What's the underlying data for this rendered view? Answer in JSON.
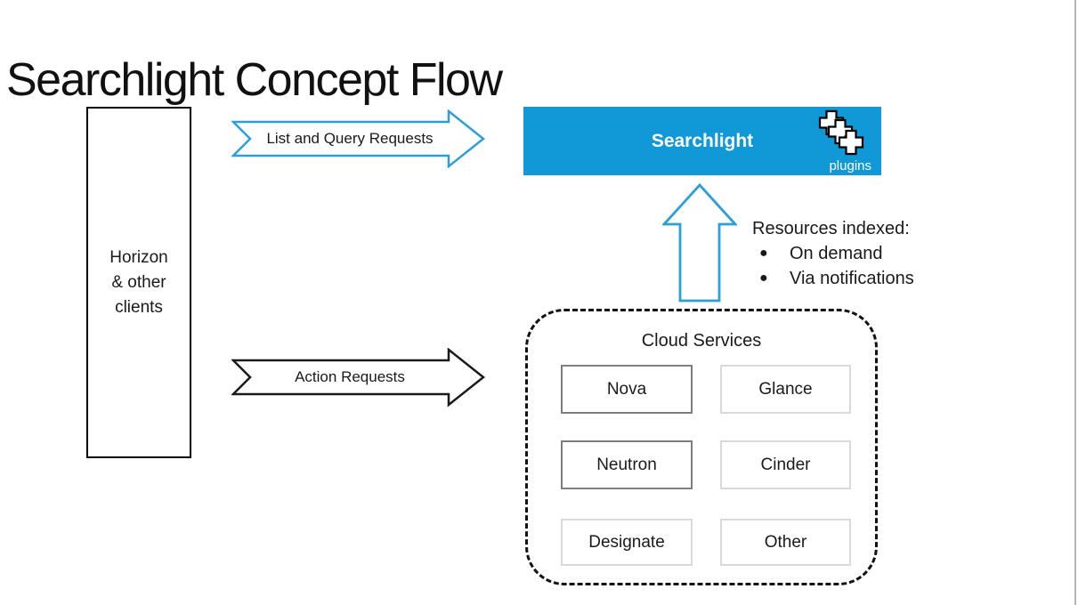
{
  "title": "Searchlight Concept Flow",
  "client_box": {
    "lines": [
      "Horizon",
      "& other",
      "clients"
    ]
  },
  "arrows": {
    "list_query_label": "List and Query Requests",
    "action_label": "Action Requests"
  },
  "searchlight": {
    "label": "Searchlight",
    "plugins_label": "plugins",
    "bg": "#1099d6"
  },
  "resources": {
    "heading": "Resources indexed:",
    "bullet_glyph": "●",
    "bullets": [
      "On demand",
      "Via notifications"
    ]
  },
  "cloud": {
    "title": "Cloud Services",
    "services": [
      {
        "label": "Nova"
      },
      {
        "label": "Glance"
      },
      {
        "label": "Neutron"
      },
      {
        "label": "Cinder"
      },
      {
        "label": "Designate"
      },
      {
        "label": "Other"
      }
    ]
  },
  "colors": {
    "accent_blue": "#2b9fd9",
    "arrow_black": "#1a1a1a",
    "service_border_dark": "#7f7f7f",
    "service_border_light": "#d9d9d9"
  }
}
